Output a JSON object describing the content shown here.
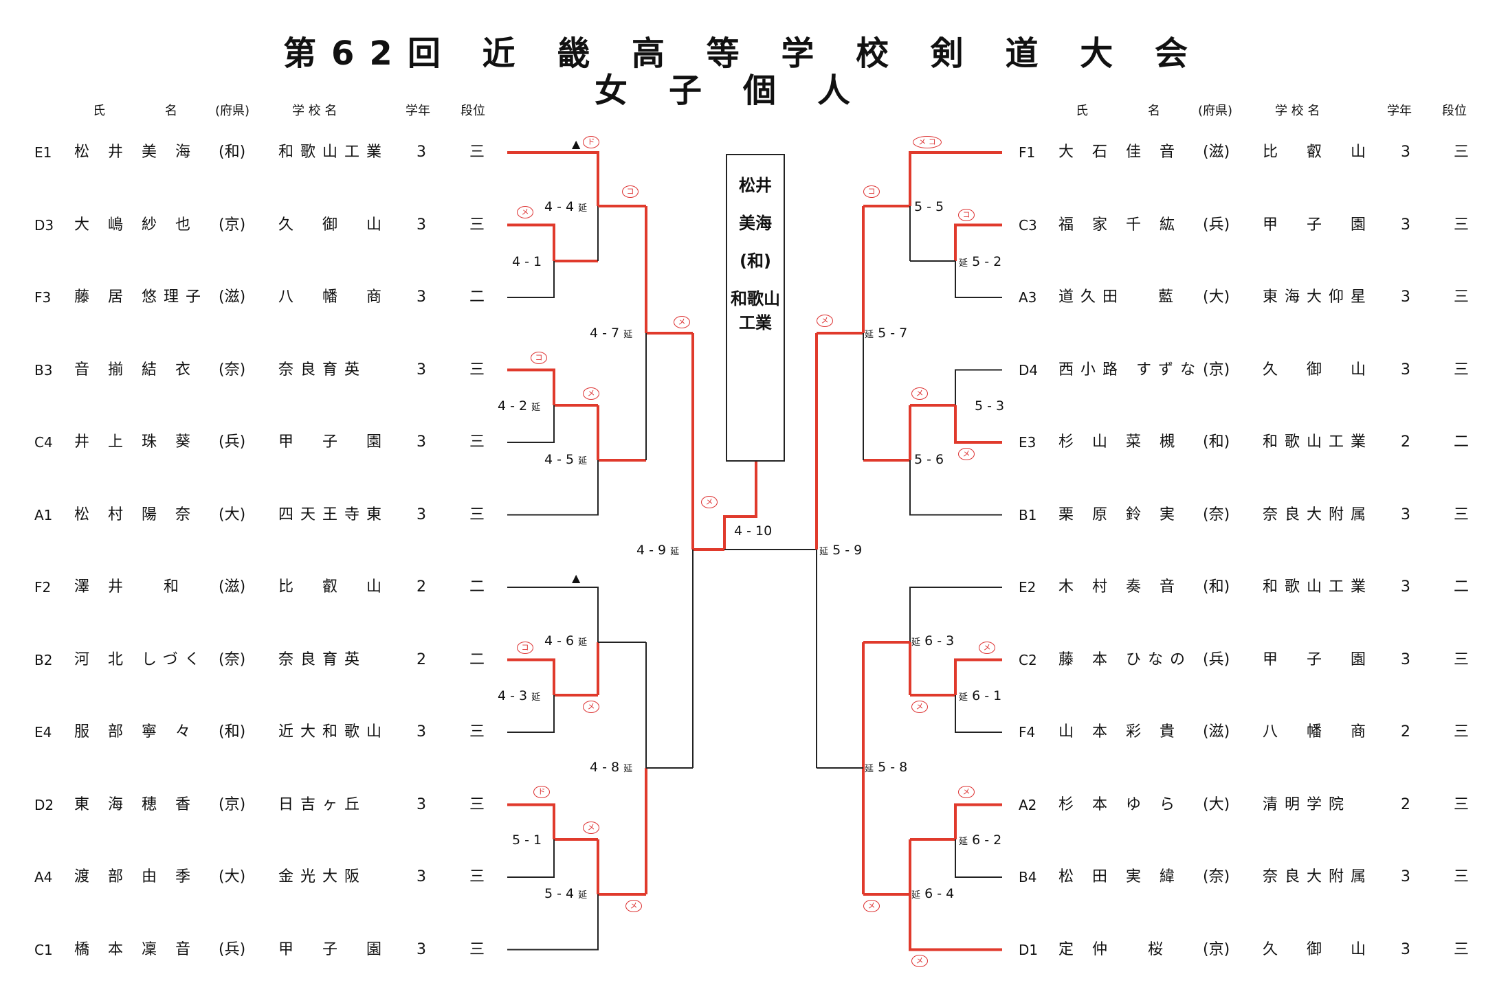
{
  "title": "第62回 近 畿 高 等 学 校 剣 道 大 会",
  "subtitle": "女子個人",
  "header": {
    "name1": "氏",
    "name2": "名",
    "pref": "(府県)",
    "school": "学 校 名",
    "grade": "学年",
    "dan": "段位"
  },
  "left": [
    {
      "seed": "E1",
      "name": "松 井 美 海",
      "pref": "(和)",
      "school": "和歌山工業",
      "grade": "3",
      "dan": "三"
    },
    {
      "seed": "D3",
      "name": "大 嶋 紗 也",
      "pref": "(京)",
      "school": "久　御　山",
      "grade": "3",
      "dan": "三"
    },
    {
      "seed": "F3",
      "name": "藤 居 悠理子",
      "pref": "(滋)",
      "school": "八　幡　商",
      "grade": "3",
      "dan": "二"
    },
    {
      "seed": "B3",
      "name": "音 揃 結 衣",
      "pref": "(奈)",
      "school": "奈良育英",
      "grade": "3",
      "dan": "三"
    },
    {
      "seed": "C4",
      "name": "井 上 珠 葵",
      "pref": "(兵)",
      "school": "甲　子　園",
      "grade": "3",
      "dan": "三"
    },
    {
      "seed": "A1",
      "name": "松 村 陽 奈",
      "pref": "(大)",
      "school": "四天王寺東",
      "grade": "3",
      "dan": "三"
    },
    {
      "seed": "F2",
      "name": "澤 井　 和",
      "pref": "(滋)",
      "school": "比　叡　山",
      "grade": "2",
      "dan": "二"
    },
    {
      "seed": "B2",
      "name": "河 北 しづく",
      "pref": "(奈)",
      "school": "奈良育英",
      "grade": "2",
      "dan": "二"
    },
    {
      "seed": "E4",
      "name": "服 部 寧 々",
      "pref": "(和)",
      "school": "近大和歌山",
      "grade": "3",
      "dan": "三"
    },
    {
      "seed": "D2",
      "name": "東 海 穂 香",
      "pref": "(京)",
      "school": "日吉ヶ丘",
      "grade": "3",
      "dan": "三"
    },
    {
      "seed": "A4",
      "name": "渡 部 由 季",
      "pref": "(大)",
      "school": "金光大阪",
      "grade": "3",
      "dan": "三"
    },
    {
      "seed": "C1",
      "name": "橋 本 凜 音",
      "pref": "(兵)",
      "school": "甲　子　園",
      "grade": "3",
      "dan": "三"
    }
  ],
  "right": [
    {
      "seed": "F1",
      "name": "大 石 佳 音",
      "pref": "(滋)",
      "school": "比　叡　山",
      "grade": "3",
      "dan": "三"
    },
    {
      "seed": "C3",
      "name": "福 家 千 紘",
      "pref": "(兵)",
      "school": "甲　子　園",
      "grade": "3",
      "dan": "三"
    },
    {
      "seed": "A3",
      "name": "道久田　 藍",
      "pref": "(大)",
      "school": "東海大仰星",
      "grade": "3",
      "dan": "三"
    },
    {
      "seed": "D4",
      "name": "西小路 すずな",
      "pref": "(京)",
      "school": "久　御　山",
      "grade": "3",
      "dan": "三"
    },
    {
      "seed": "E3",
      "name": "杉 山 菜 槻",
      "pref": "(和)",
      "school": "和歌山工業",
      "grade": "2",
      "dan": "二"
    },
    {
      "seed": "B1",
      "name": "栗 原 鈴 実",
      "pref": "(奈)",
      "school": "奈良大附属",
      "grade": "3",
      "dan": "三"
    },
    {
      "seed": "E2",
      "name": "木 村 奏 音",
      "pref": "(和)",
      "school": "和歌山工業",
      "grade": "3",
      "dan": "二"
    },
    {
      "seed": "C2",
      "name": "藤 本 ひなの",
      "pref": "(兵)",
      "school": "甲　子　園",
      "grade": "3",
      "dan": "三"
    },
    {
      "seed": "F4",
      "name": "山 本 彩 貴",
      "pref": "(滋)",
      "school": "八　幡　商",
      "grade": "2",
      "dan": "三"
    },
    {
      "seed": "A2",
      "name": "杉 本 ゆ ら",
      "pref": "(大)",
      "school": "清明学院",
      "grade": "2",
      "dan": "三"
    },
    {
      "seed": "B4",
      "name": "松 田 実 緯",
      "pref": "(奈)",
      "school": "奈良大附属",
      "grade": "3",
      "dan": "三"
    },
    {
      "seed": "D1",
      "name": "定 仲　 桜",
      "pref": "(京)",
      "school": "久　御　山",
      "grade": "3",
      "dan": "三"
    }
  ],
  "champion": {
    "surname": "松井",
    "given": "美海",
    "pref": "(和)",
    "school": "和歌山工業"
  },
  "scores": {
    "l44": "4 - 4",
    "l41": "4 - 1",
    "l47": "4 - 7",
    "l42": "4 - 2",
    "l45": "4 - 5",
    "l49": "4 - 9",
    "l46": "4 - 6",
    "l43": "4 - 3",
    "l48": "4 - 8",
    "l51": "5 - 1",
    "l54": "5 - 4",
    "f410": "4 - 10",
    "r55": "5 - 5",
    "r52": "5 - 2",
    "r57": "5 - 7",
    "r53": "5 - 3",
    "r56": "5 - 6",
    "r59": "5 - 9",
    "r63": "6 - 3",
    "r61": "6 - 1",
    "r58": "5 - 8",
    "r62": "6 - 2",
    "r64": "6 - 4"
  },
  "ext_label": "延",
  "marks": {
    "men": "メ",
    "kote": "コ",
    "do": "ド",
    "men_ko": "メ コ"
  },
  "triangle": "▲"
}
